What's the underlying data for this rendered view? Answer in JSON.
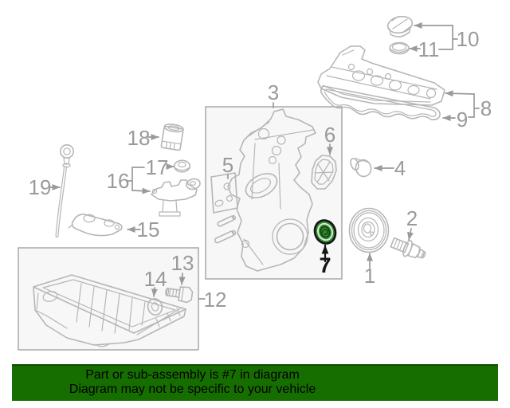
{
  "diagram": {
    "title": "engine-parts-exploded-diagram",
    "highlighted_part": "7",
    "callouts": {
      "n1": "1",
      "n2": "2",
      "n3": "3",
      "n4": "4",
      "n5": "5",
      "n6": "6",
      "n7": "7",
      "n8": "8",
      "n9": "9",
      "n10": "10",
      "n11": "11",
      "n12": "12",
      "n13": "13",
      "n14": "14",
      "n15": "15",
      "n16": "16",
      "n17": "17",
      "n18": "18",
      "n19": "19"
    }
  },
  "banner": {
    "line1": "Part or sub-assembly is #7 in diagram",
    "line2": "Diagram may not be specific to your vehicle"
  },
  "colors": {
    "banner_green": "#176e00",
    "banner_border": "#0f4d00",
    "banner_text": "#000000",
    "highlight_green": "#2e8b2e",
    "highlight_outline": "#151515",
    "line_gray": "#b6b6b6",
    "label_gray": "#9a9a9a"
  }
}
